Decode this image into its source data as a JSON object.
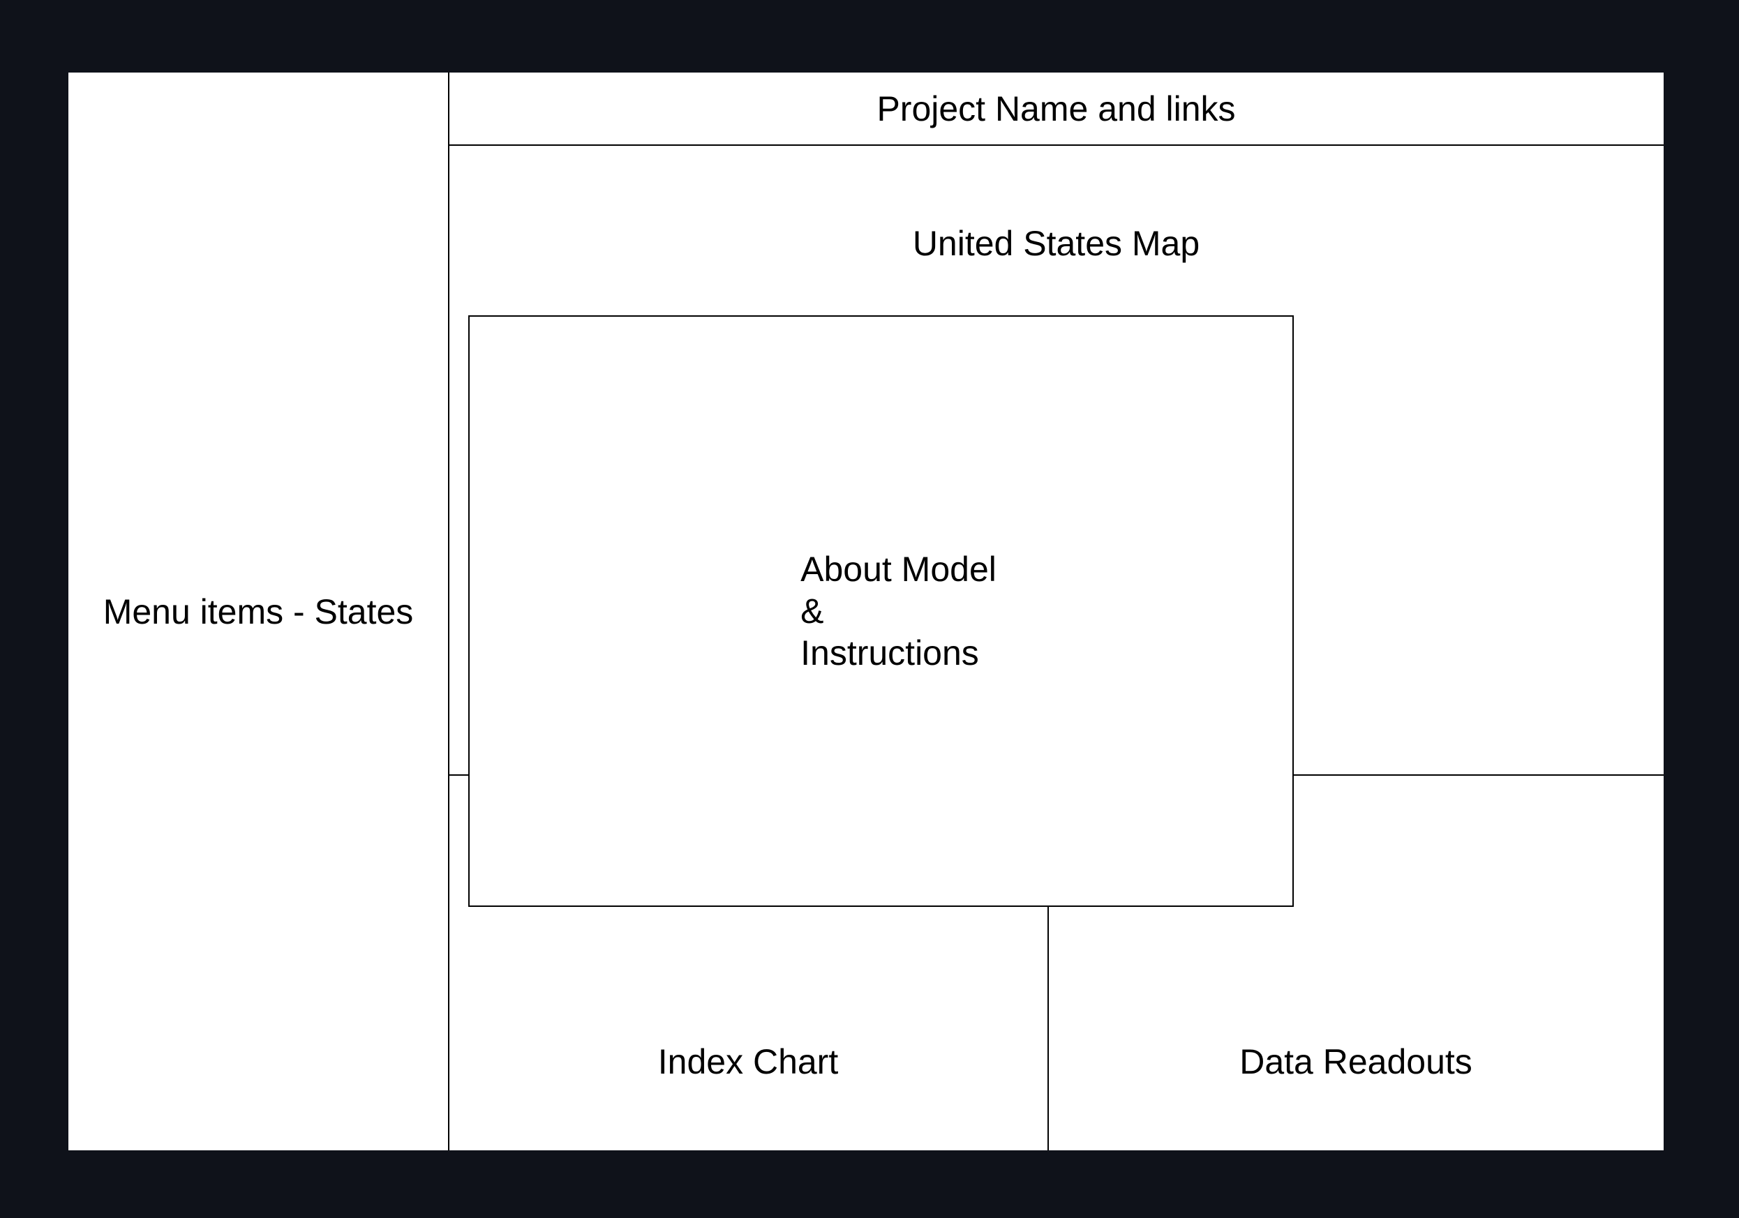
{
  "diagram": {
    "sidebar_label": "Menu items - States",
    "header_label": "Project Name and links",
    "map_label": "United States Map",
    "modal_label": "About Model\n&\nInstructions",
    "index_chart_label": "Index Chart",
    "data_readouts_label": "Data Readouts"
  },
  "colors": {
    "background": "#0f121a",
    "canvas": "#ffffff",
    "stroke": "#000000"
  }
}
